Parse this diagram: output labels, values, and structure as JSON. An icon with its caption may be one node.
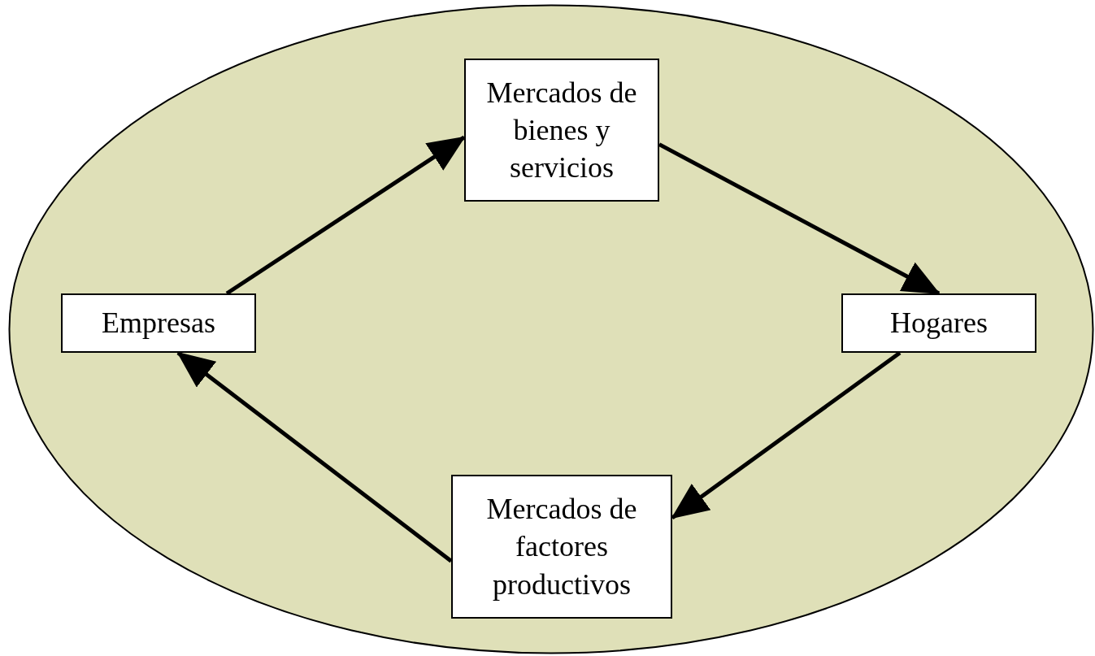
{
  "diagram": {
    "nodes": [
      {
        "text": [],
        "shape": "ellipse"
      },
      {
        "text": [
          "Mercados de bienes y servicios"
        ],
        "in": 0
      },
      {
        "text": [
          "Empresas"
        ],
        "in": 0
      },
      {
        "text": [
          "Hogares"
        ],
        "in": 0
      },
      {
        "text": [
          "Mercados de factores productivos"
        ],
        "in": 0
      }
    ],
    "edges": [
      {
        "from": 2,
        "to": 1,
        "arrow": "to"
      },
      {
        "from": 1,
        "to": 3,
        "arrow": "to"
      },
      {
        "from": 3,
        "to": 4,
        "arrow": "to"
      },
      {
        "from": 4,
        "to": 2,
        "arrow": "to"
      }
    ]
  }
}
